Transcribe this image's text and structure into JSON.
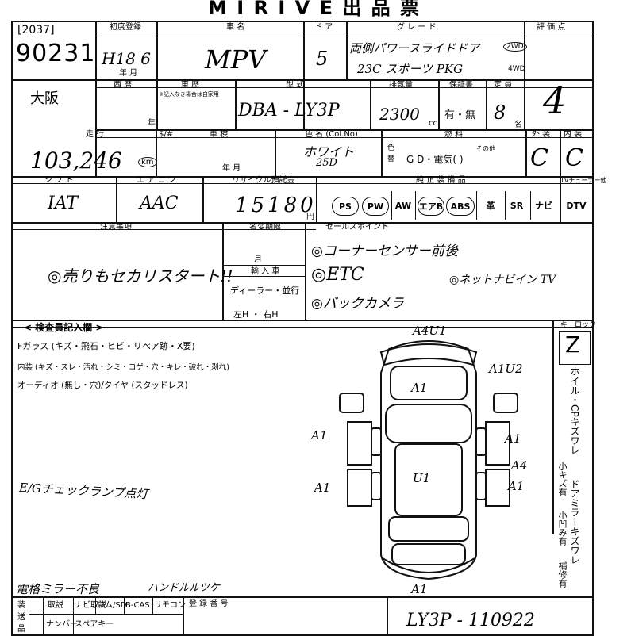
{
  "header": {
    "title": "M I R I V E 出 品 票"
  },
  "lot": {
    "code": "[2037]",
    "number": "90231",
    "venue": "大阪"
  },
  "labels": {
    "first_reg": "初度登録",
    "first_reg_month": "年  月",
    "car_name": "車 名",
    "doors": "ド ア",
    "grade": "グ レ ー ド",
    "rating": "評 価 点",
    "era": "西 暦",
    "era_year": "年",
    "registration": "車 歴",
    "registration_note": "※記入なき場合は自家用",
    "model_code": "型 式",
    "displacement": "排気量",
    "displacement_unit": "cc",
    "warranty": "保証書",
    "capacity": "定 員",
    "capacity_unit": "名",
    "mileage": "走 行",
    "mileage_note": "$/#",
    "inspection": "車 検",
    "inspection_date": "年      月",
    "color": "色 名 (Col.No)",
    "color_side": "色 替",
    "fuel": "燃 料",
    "fuel_other": "その他",
    "exterior": "外 装",
    "interior": "内 装",
    "shift": "シ フ ト",
    "aircon": "エ ア コ ン",
    "recycle": "リサイクル預託金",
    "recycle_unit": "円",
    "equipment": "純 正 装 備 品",
    "tuner": "TVチューナー他",
    "notes": "注意事項",
    "title_change": "名変期限",
    "title_change_month": "月",
    "import": "輸 入 車",
    "sales_points": "セールスポイント",
    "inspector": "< 検査員記入欄 >",
    "keylock": "キーロック",
    "wheel": "ホイル・CPキズワレ",
    "door_mirror": "ドアミラーキズワレ",
    "small_scratch": "小キズ有",
    "small_dent": "小凹み有",
    "repair": "補修有",
    "bottom_label": "装 送 品",
    "chassis": "登 録 番 号",
    "acc_manual": "取説",
    "acc_navi": "ナビ取説",
    "acc_cd": "ロム/SD",
    "acc_bcas": "B-CAS",
    "acc_remote": "リモコン",
    "acc_plate": "ナンバー",
    "acc_spare": "スペアキー"
  },
  "values": {
    "first_reg": "H18  6",
    "car_name": "MPV",
    "doors": "5",
    "grade_line1": "両側パワースライドドア",
    "grade_line2": "23C スポーツ PKG",
    "drive_2wd": "2WD",
    "drive_4wd": "4WD",
    "rating": "4",
    "model_code": "DBA - LY3P",
    "displacement": "2300",
    "warranty": "有・無",
    "capacity": "8",
    "mileage": "103,246",
    "mileage_unit": "km",
    "color_name": "ホワイト",
    "color_code": "25D",
    "fuel": "G  D・電気(           )",
    "exterior": "C",
    "interior": "C",
    "shift": "IAT",
    "aircon": "AAC",
    "recycle": "15180",
    "import_dealer": "ディーラー・並行",
    "import_handle": "左H  ・  右H",
    "keylock": "Z"
  },
  "equipment": [
    "PS",
    "PW",
    "AW",
    "エアB",
    "ABS",
    "革",
    "SR",
    "ナビ",
    "DTV"
  ],
  "equipment_circled": [
    true,
    true,
    false,
    true,
    true,
    false,
    false,
    false,
    false
  ],
  "notes_text": "◎売りもセカリスタート!!",
  "sales_points": [
    "◎コーナーセンサー前後",
    "◎ETC",
    "◎バックカメラ",
    "◎ネットナビイン TV"
  ],
  "inspector": {
    "line1": "Fガラス (キズ・飛石・ヒビ・リペア跡・X要)",
    "line2": "内装 (キズ・スレ・汚れ・シミ・コゲ・穴・キレ・破れ・剥れ)",
    "line3": "オーディオ (無し・穴)/タイヤ (スタッドレス)",
    "note_check": "E/Gチェックランプ点灯",
    "note_mirror": "電格ミラー不良",
    "note_handle": "ハンドルルツケ"
  },
  "damage_marks": [
    "A4U1",
    "A1U2",
    "A1",
    "A1",
    "A1",
    "A4",
    "A1",
    "A1",
    "U1",
    "A1"
  ],
  "chassis_number": "LY3P - 110922"
}
